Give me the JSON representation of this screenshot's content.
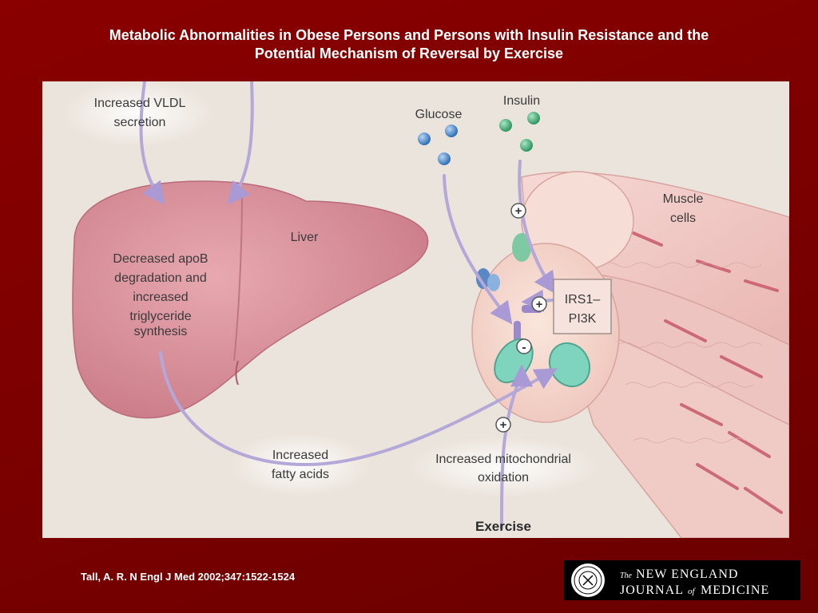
{
  "slide": {
    "title_line1": "Metabolic Abnormalities in Obese Persons and Persons with Insulin Resistance and the",
    "title_line2": "Potential Mechanism of Reversal by Exercise",
    "citation": "Tall, A. R. N Engl J Med 2002;347:1522-1524"
  },
  "diagram": {
    "labels": {
      "vldl_line1": "Increased VLDL",
      "vldl_line2": "secretion",
      "glucose": "Glucose",
      "insulin": "Insulin",
      "muscle_line1": "Muscle",
      "muscle_line2": "cells",
      "liver": "Liver",
      "apob_line1": "Decreased apoB",
      "apob_line2": "degradation and",
      "apob_line3": "increased",
      "apob_line4": "triglyceride",
      "apob_line5": "synthesis",
      "irs_line1": "IRS1–",
      "irs_line2": "PI3K",
      "fatty_line1": "Increased",
      "fatty_line2": "fatty acids",
      "mito_line1": "Increased mitochondrial",
      "mito_line2": "oxidation",
      "exercise": "Exercise",
      "plus": "+",
      "minus": "-"
    }
  },
  "logo": {
    "the": "The",
    "line1": "NEW ENGLAND",
    "journal": "JOURNAL",
    "of": "of",
    "medicine": "MEDICINE"
  },
  "colors": {
    "background": "#7e0000",
    "arrow": "#b4a8d8",
    "liver": "#d9909a",
    "glucose": "#4a86c8",
    "insulin": "#3fa672"
  }
}
